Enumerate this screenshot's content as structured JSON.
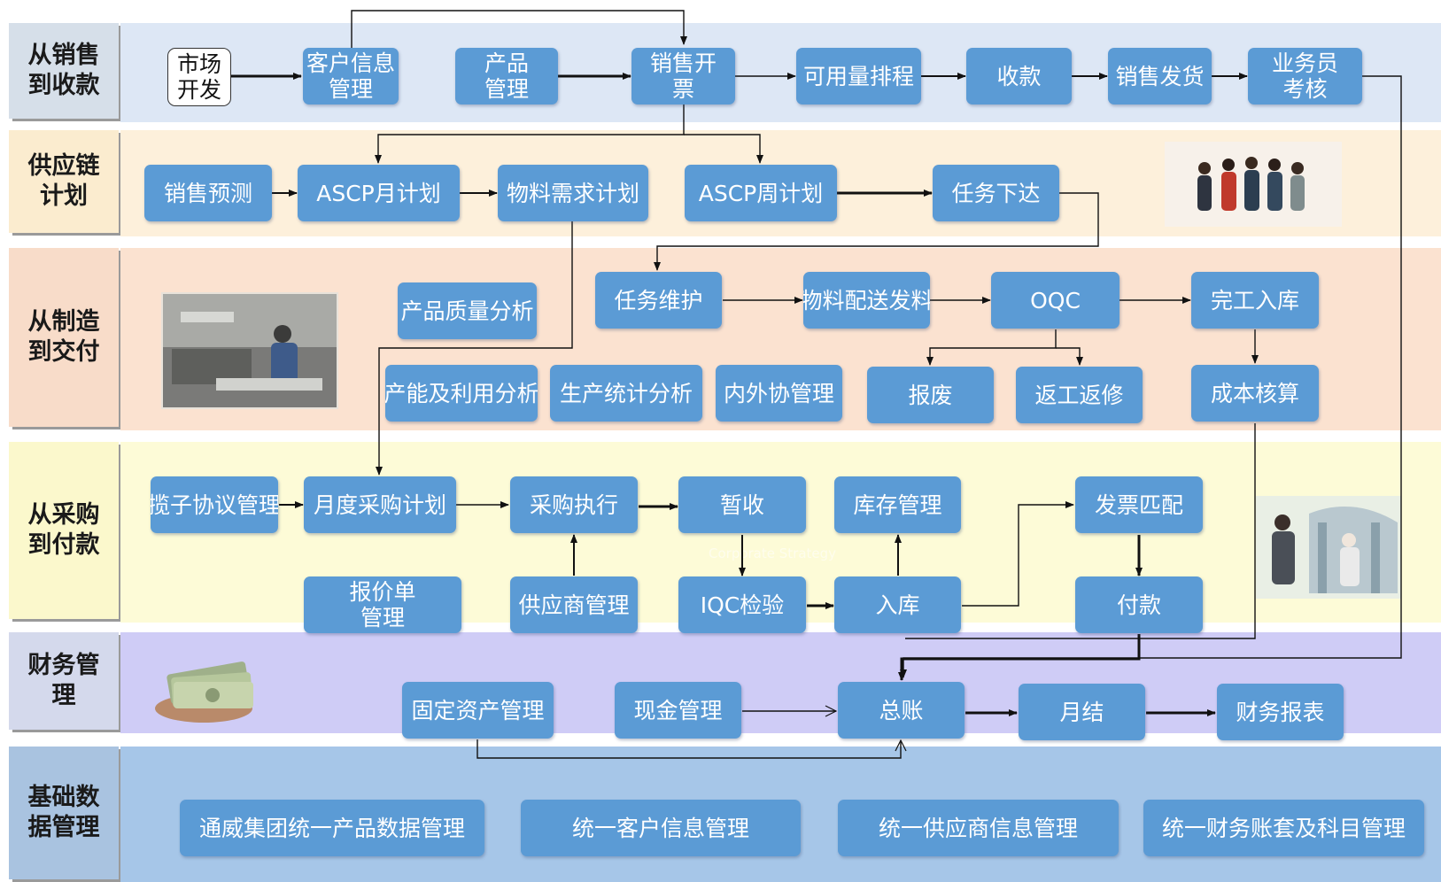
{
  "lanes": [
    {
      "label": "从销售\n到收款",
      "color": "#dde7f5",
      "label_color": "#d6dfe9"
    },
    {
      "label": "供应链\n计划",
      "color": "#fdf0db",
      "label_color": "#fbeccf"
    },
    {
      "label": "从制造\n到交付",
      "color": "#fbe2d0",
      "label_color": "#f8dcc9"
    },
    {
      "label": "从采购\n到付款",
      "color": "#fdfbd7",
      "label_color": "#fbf8cc"
    },
    {
      "label": "财务管\n理",
      "color": "#cfccf6",
      "label_color": "#d4d9ec"
    },
    {
      "label": "基础数\n据管理",
      "color": "#a6c6e8",
      "label_color": "#a9c3e0"
    }
  ],
  "nodes": {
    "market_dev": "市场\n开发",
    "customer_info": "客户信息\n管理",
    "product_mgmt": "产品\n管理",
    "sales_invoice": "销售开\n票",
    "available_schedule": "可用量排程",
    "collection": "收款",
    "sales_delivery": "销售发货",
    "salesperson_eval": "业务员\n考核",
    "sales_forecast": "销售预测",
    "ascp_month": "ASCP月计划",
    "mrp": "物料需求计划",
    "ascp_week": "ASCP周计划",
    "task_release": "任务下达",
    "quality_analysis": "产品质量分析",
    "task_maintain": "任务维护",
    "material_dispatch": "物料配送发料",
    "oqc": "OQC",
    "completion_storage": "完工入库",
    "capacity_analysis": "产能及利用分析",
    "production_stats": "生产统计分析",
    "outsourcing": "内外协管理",
    "scrap": "报废",
    "rework": "返工返修",
    "cost_accounting": "成本核算",
    "blanket_agreement": "揽子协议管理",
    "monthly_purchase_plan": "月度采购计划",
    "purchase_exec": "采购执行",
    "temp_receipt": "暂收",
    "inventory_mgmt": "库存管理",
    "invoice_match": "发票匹配",
    "quotation": "报价单\n管理",
    "supplier_mgmt": "供应商管理",
    "iqc": "IQC检验",
    "warehousing": "入库",
    "payment": "付款",
    "fixed_assets": "固定资产管理",
    "cash_mgmt": "现金管理",
    "general_ledger": "总账",
    "month_close": "月结",
    "financial_reports": "财务报表"
  },
  "base_data": [
    "通威集团统一产品数据管理",
    "统一客户信息管理",
    "统一供应商信息管理",
    "统一财务账套及科目管理"
  ],
  "watermark": "Corporate Strategy",
  "images": [
    "people-photo",
    "factory-photo",
    "engineers-photo",
    "money-photo"
  ],
  "colors": {
    "node": "#5b9bd5",
    "line": "#111111"
  }
}
